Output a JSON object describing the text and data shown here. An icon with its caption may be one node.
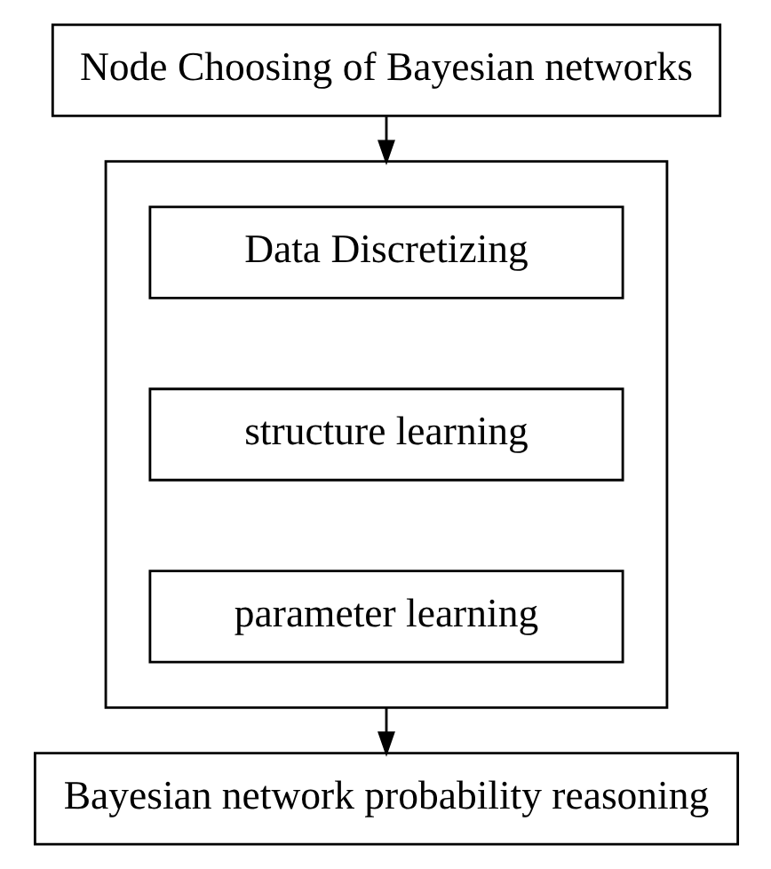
{
  "diagram": {
    "nodes": [
      {
        "text": [
          "Node Choosing of Bayesian networks"
        ]
      },
      {
        "text": [],
        "shape": "box"
      },
      {
        "text": [
          "Data Discretizing"
        ],
        "in": 1
      },
      {
        "text": [
          "structure learning"
        ],
        "in": 1
      },
      {
        "text": [
          "parameter learning"
        ],
        "in": 1
      },
      {
        "text": [
          "Bayesian network probability reasoning"
        ]
      }
    ],
    "edges": [
      {
        "from": 0,
        "to": 1,
        "arrow": "to"
      },
      {
        "from": 1,
        "to": 5,
        "arrow": "to"
      }
    ]
  }
}
